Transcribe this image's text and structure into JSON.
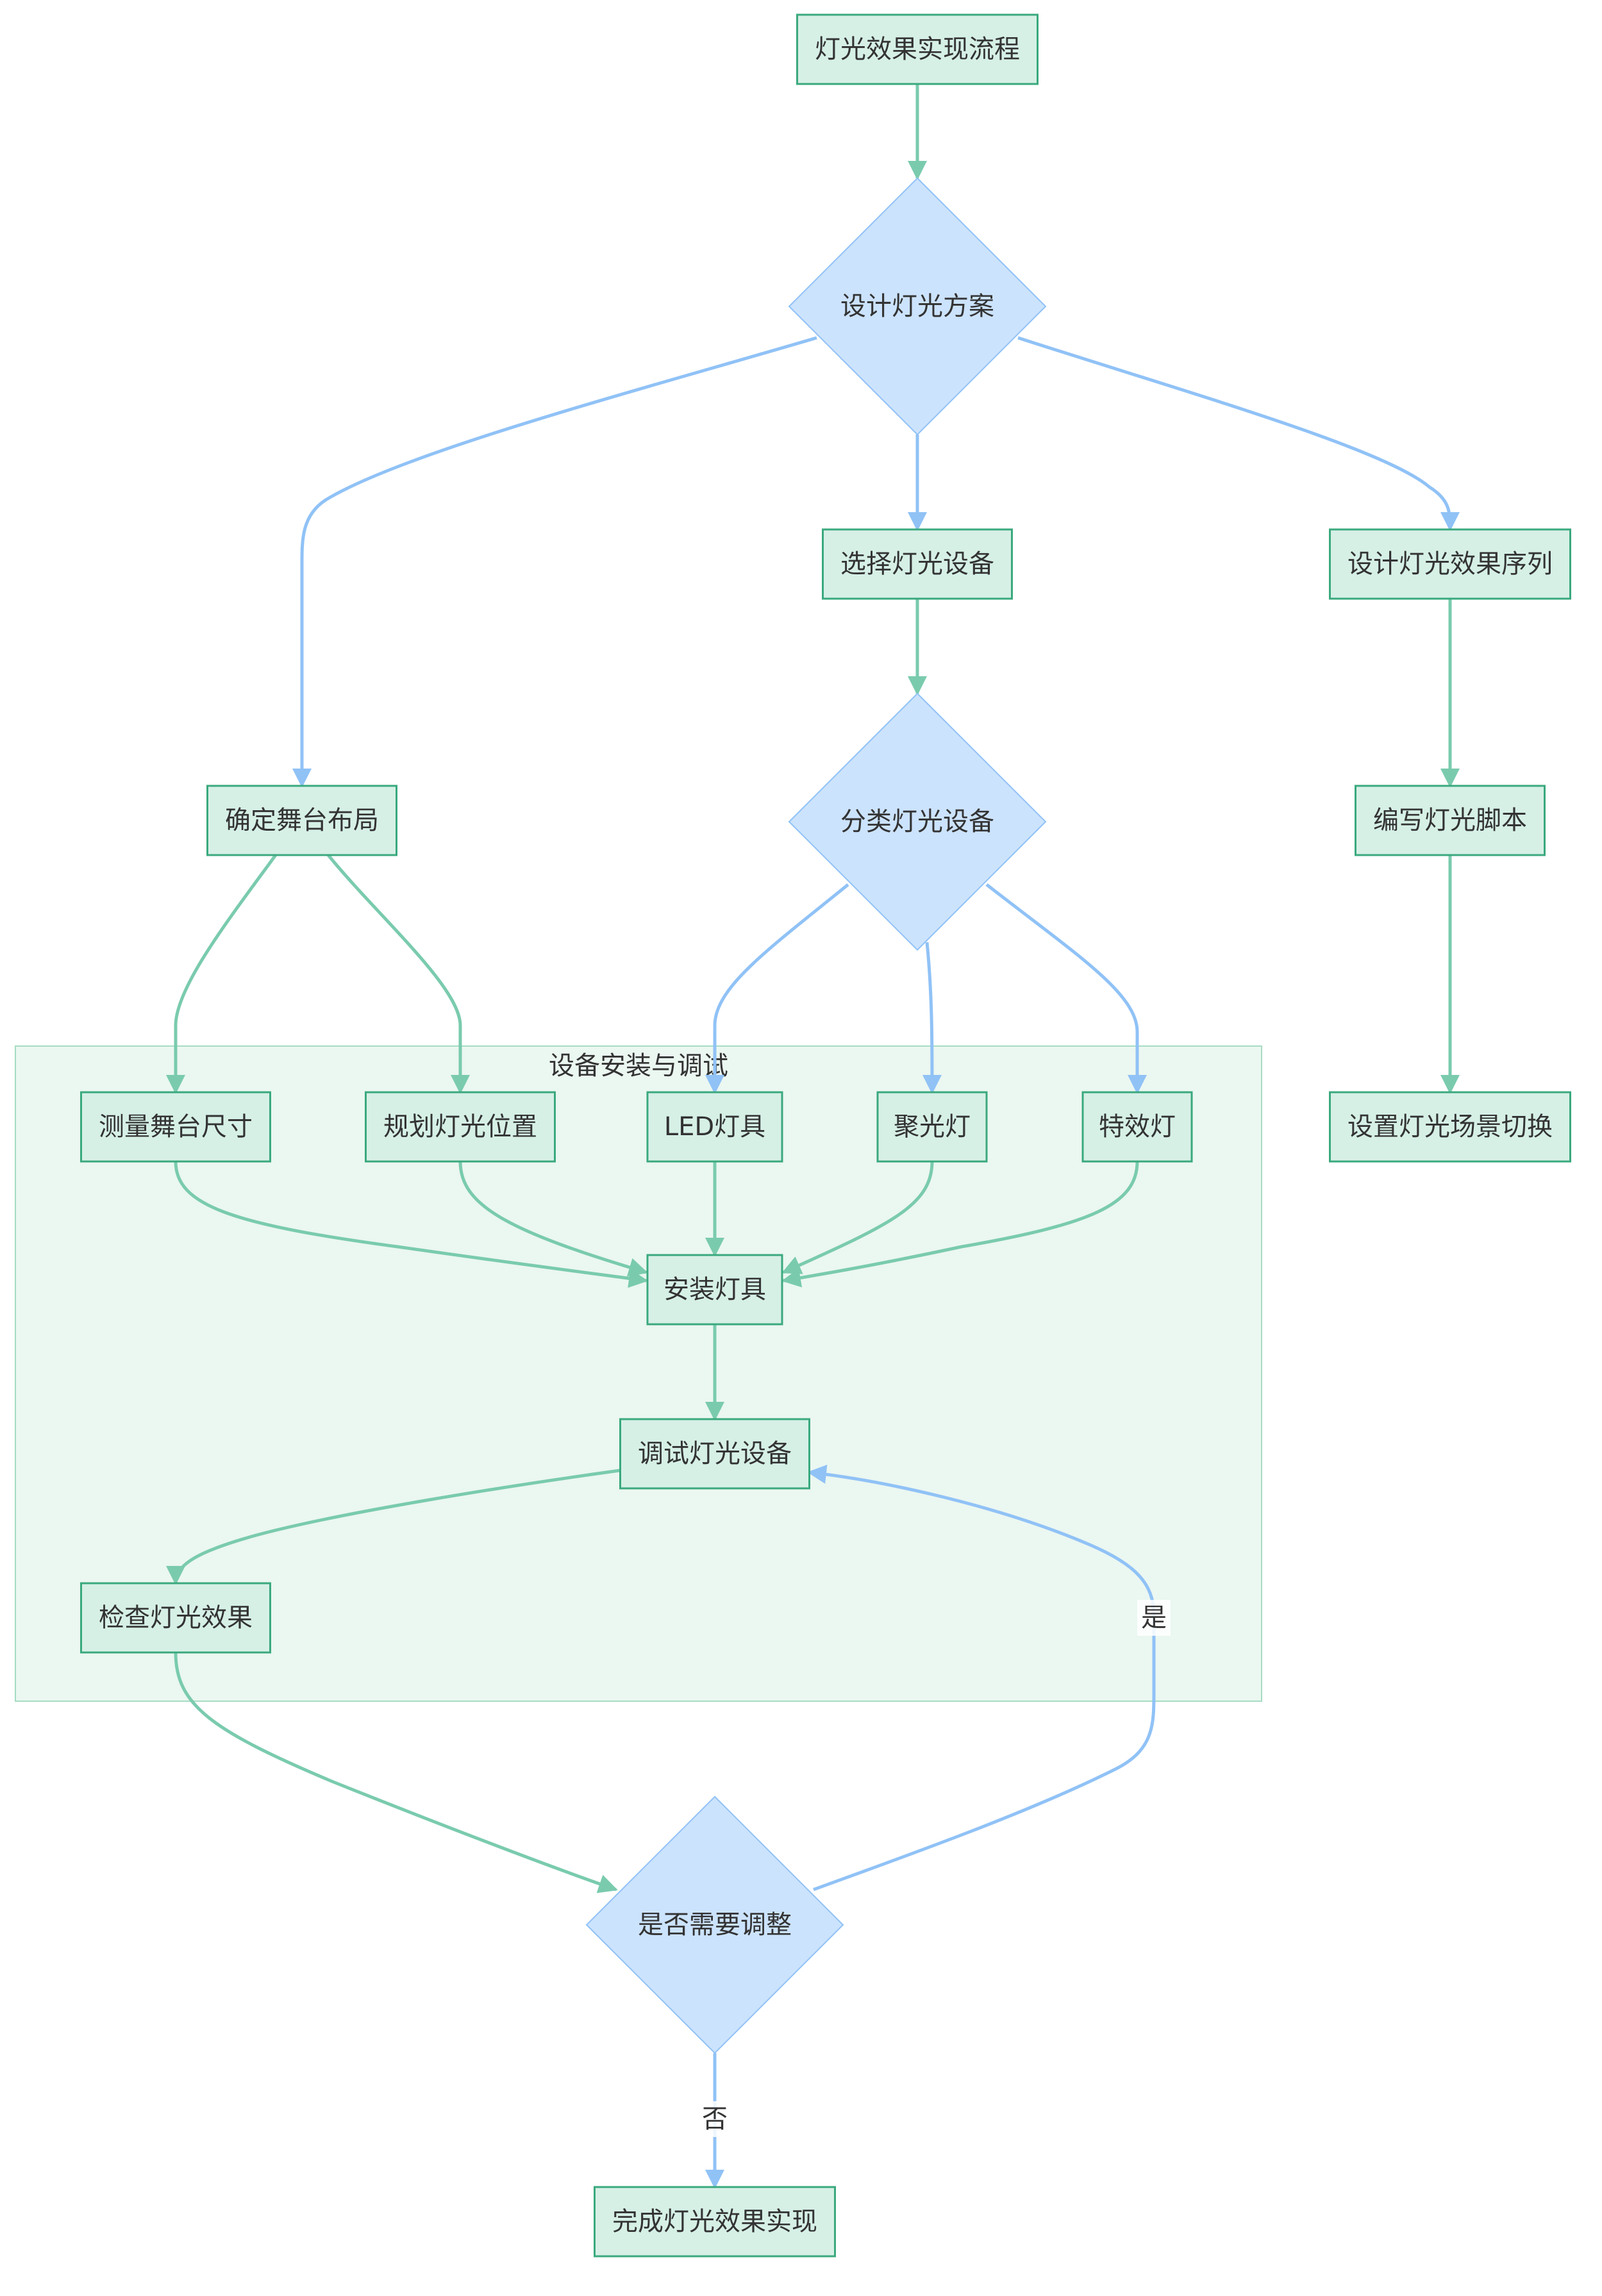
{
  "diagram": {
    "type": "flowchart",
    "colors": {
      "box_fill": "#d6f0e6",
      "box_stroke": "#3aa97e",
      "diamond_fill": "#cce3fd",
      "diamond_stroke": "#90c2f6",
      "green_edge": "#7acbae",
      "blue_edge": "#90c2f6",
      "cluster_fill": "#ebf7f1",
      "cluster_stroke": "#a6dcc4",
      "text": "#333333"
    },
    "cluster": {
      "label": "设备安装与调试"
    },
    "nodes": [
      {
        "id": "start",
        "shape": "rect",
        "label": "灯光效果实现流程"
      },
      {
        "id": "design",
        "shape": "diamond",
        "label": "设计灯光方案"
      },
      {
        "id": "stage",
        "shape": "rect",
        "label": "确定舞台布局"
      },
      {
        "id": "select",
        "shape": "rect",
        "label": "选择灯光设备"
      },
      {
        "id": "sequence",
        "shape": "rect",
        "label": "设计灯光效果序列"
      },
      {
        "id": "classify",
        "shape": "diamond",
        "label": "分类灯光设备"
      },
      {
        "id": "script",
        "shape": "rect",
        "label": "编写灯光脚本"
      },
      {
        "id": "measure",
        "shape": "rect",
        "label": "测量舞台尺寸"
      },
      {
        "id": "plan",
        "shape": "rect",
        "label": "规划灯光位置"
      },
      {
        "id": "led",
        "shape": "rect",
        "label": "LED灯具"
      },
      {
        "id": "spot",
        "shape": "rect",
        "label": "聚光灯"
      },
      {
        "id": "effect",
        "shape": "rect",
        "label": "特效灯"
      },
      {
        "id": "scene",
        "shape": "rect",
        "label": "设置灯光场景切换"
      },
      {
        "id": "install",
        "shape": "rect",
        "label": "安装灯具"
      },
      {
        "id": "debug",
        "shape": "rect",
        "label": "调试灯光设备"
      },
      {
        "id": "check",
        "shape": "rect",
        "label": "检查灯光效果"
      },
      {
        "id": "adjust",
        "shape": "diamond",
        "label": "是否需要调整"
      },
      {
        "id": "done",
        "shape": "rect",
        "label": "完成灯光效果实现"
      }
    ],
    "edges": [
      {
        "from": "start",
        "to": "design",
        "label": ""
      },
      {
        "from": "design",
        "to": "stage",
        "label": ""
      },
      {
        "from": "design",
        "to": "select",
        "label": ""
      },
      {
        "from": "design",
        "to": "sequence",
        "label": ""
      },
      {
        "from": "select",
        "to": "classify",
        "label": ""
      },
      {
        "from": "sequence",
        "to": "script",
        "label": ""
      },
      {
        "from": "script",
        "to": "scene",
        "label": ""
      },
      {
        "from": "stage",
        "to": "measure",
        "label": ""
      },
      {
        "from": "stage",
        "to": "plan",
        "label": ""
      },
      {
        "from": "classify",
        "to": "led",
        "label": ""
      },
      {
        "from": "classify",
        "to": "spot",
        "label": ""
      },
      {
        "from": "classify",
        "to": "effect",
        "label": ""
      },
      {
        "from": "measure",
        "to": "install",
        "label": ""
      },
      {
        "from": "plan",
        "to": "install",
        "label": ""
      },
      {
        "from": "led",
        "to": "install",
        "label": ""
      },
      {
        "from": "spot",
        "to": "install",
        "label": ""
      },
      {
        "from": "effect",
        "to": "install",
        "label": ""
      },
      {
        "from": "install",
        "to": "debug",
        "label": ""
      },
      {
        "from": "debug",
        "to": "check",
        "label": ""
      },
      {
        "from": "check",
        "to": "adjust",
        "label": ""
      },
      {
        "from": "adjust",
        "to": "debug",
        "label": "是"
      },
      {
        "from": "adjust",
        "to": "done",
        "label": "否"
      }
    ]
  }
}
